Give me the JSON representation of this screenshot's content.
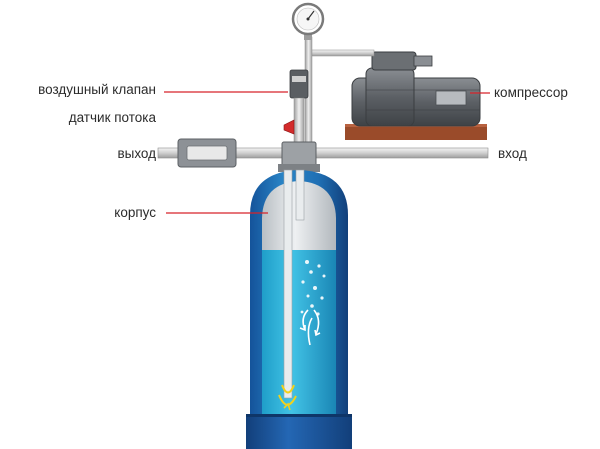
{
  "labels": {
    "air_valve": "воздушный клапан",
    "flow_sensor": "датчик потока",
    "outlet": "выход",
    "housing": "корпус",
    "compressor": "компрессор",
    "inlet": "вход"
  },
  "colors": {
    "leader_line": "#d8232a",
    "tank_blue": "#1f73b8",
    "water": "#2db0d6",
    "air_space": "#d9dde0",
    "base": "#1b56a8",
    "compressor_body": "#6f7378",
    "compressor_stand": "#9a4b2a",
    "pipe": "#dcdcdc"
  }
}
